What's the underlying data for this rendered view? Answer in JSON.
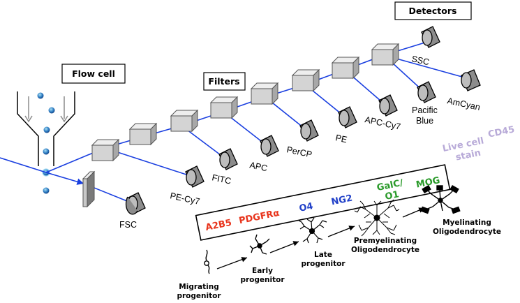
{
  "labels": {
    "flow_cell": "Flow cell",
    "filters": "Filters",
    "detectors": "Detectors"
  },
  "detectors": {
    "fsc": "FSC",
    "pe_cy7": "PE-Cy7",
    "fitc": "FITC",
    "apc": "APC",
    "percp": "PerCP",
    "pe": "PE",
    "apc_cy7": "APC-Cy7",
    "pacific_blue_1": "Pacific",
    "pacific_blue_2": "Blue",
    "amcyan": "AmCyan",
    "ssc": "SSC"
  },
  "markers": {
    "a2b5": "A2B5",
    "pdgfra": "PDGFRα",
    "o4": "O4",
    "ng2": "NG2",
    "galc_1": "GalC/",
    "galc_2": "O1",
    "mog": "MOG",
    "live_1": "Live cell",
    "live_2": "stain",
    "cd45": "CD45"
  },
  "stages": {
    "migrating_1": "Migrating",
    "migrating_2": "progenitor",
    "early_1": "Early",
    "early_2": "progenitor",
    "late_1": "Late",
    "late_2": "progenitor",
    "premyel_1": "Premyelinating",
    "premyel_2": "Oligodendrocyte",
    "myel_1": "Myelinating",
    "myel_2": "Oligodendrocyte"
  },
  "colors": {
    "laser": "#1a3fe0",
    "a2b5": "#e8341c",
    "pdgfra": "#e8341c",
    "o4": "#1f3fc8",
    "ng2": "#1f3fc8",
    "galc": "#2a9a2a",
    "mog": "#2a9a2a",
    "live": "#b8aad8",
    "cd45": "#b8aad8",
    "detector_body": "#8c8c8c",
    "filter_face": "#d4d4d4"
  }
}
